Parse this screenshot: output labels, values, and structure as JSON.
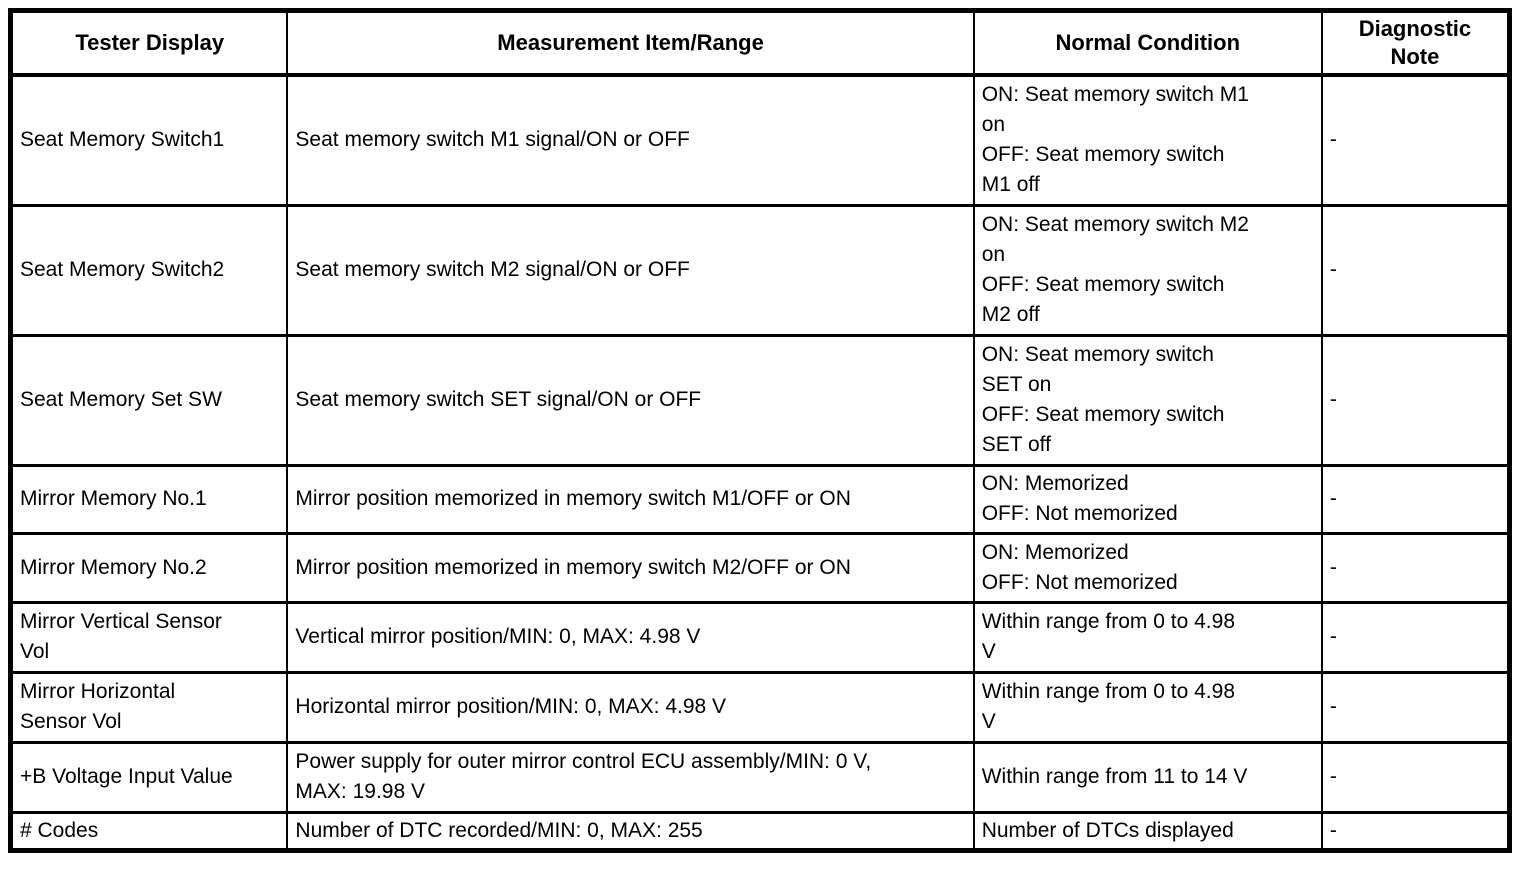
{
  "table": {
    "headers": [
      "Tester Display",
      "Measurement Item/Range",
      "Normal Condition",
      "Diagnostic\nNote"
    ],
    "rows": [
      {
        "tester_display": "Seat Memory Switch1",
        "measurement": "Seat memory switch M1 signal/ON or OFF",
        "normal_condition": "ON: Seat memory switch M1\non\nOFF: Seat memory switch\nM1 off",
        "diagnostic_note": "-"
      },
      {
        "tester_display": "Seat Memory Switch2",
        "measurement": "Seat memory switch M2 signal/ON or OFF",
        "normal_condition": "ON: Seat memory switch M2\non\nOFF: Seat memory switch\nM2 off",
        "diagnostic_note": "-"
      },
      {
        "tester_display": "Seat Memory Set SW",
        "measurement": "Seat memory switch SET signal/ON or OFF",
        "normal_condition": "ON: Seat memory switch\nSET on\nOFF: Seat memory switch\nSET off",
        "diagnostic_note": "-"
      },
      {
        "tester_display": "Mirror Memory No.1",
        "measurement": "Mirror position memorized in memory switch M1/OFF or ON",
        "normal_condition": "ON: Memorized\nOFF: Not memorized",
        "diagnostic_note": "-"
      },
      {
        "tester_display": "Mirror Memory No.2",
        "measurement": "Mirror position memorized in memory switch M2/OFF or ON",
        "normal_condition": "ON: Memorized\nOFF: Not memorized",
        "diagnostic_note": "-"
      },
      {
        "tester_display": "Mirror Vertical Sensor\nVol",
        "measurement": "Vertical mirror position/MIN: 0, MAX: 4.98 V",
        "normal_condition": "Within range from 0 to 4.98\nV",
        "diagnostic_note": "-"
      },
      {
        "tester_display": "Mirror Horizontal\nSensor Vol",
        "measurement": "Horizontal mirror position/MIN: 0, MAX: 4.98 V",
        "normal_condition": "Within range from 0 to 4.98\nV",
        "diagnostic_note": "-"
      },
      {
        "tester_display": "+B Voltage Input Value",
        "measurement": "Power supply for outer mirror control ECU assembly/MIN: 0 V,\nMAX: 19.98 V",
        "normal_condition": "Within range from 11 to 14 V",
        "diagnostic_note": "-"
      },
      {
        "tester_display": "# Codes",
        "measurement": "Number of DTC recorded/MIN: 0, MAX: 255",
        "normal_condition": "Number of DTCs displayed",
        "diagnostic_note": "-"
      }
    ]
  },
  "colors": {
    "border": "#000000",
    "text": "#000000",
    "background": "#ffffff"
  }
}
